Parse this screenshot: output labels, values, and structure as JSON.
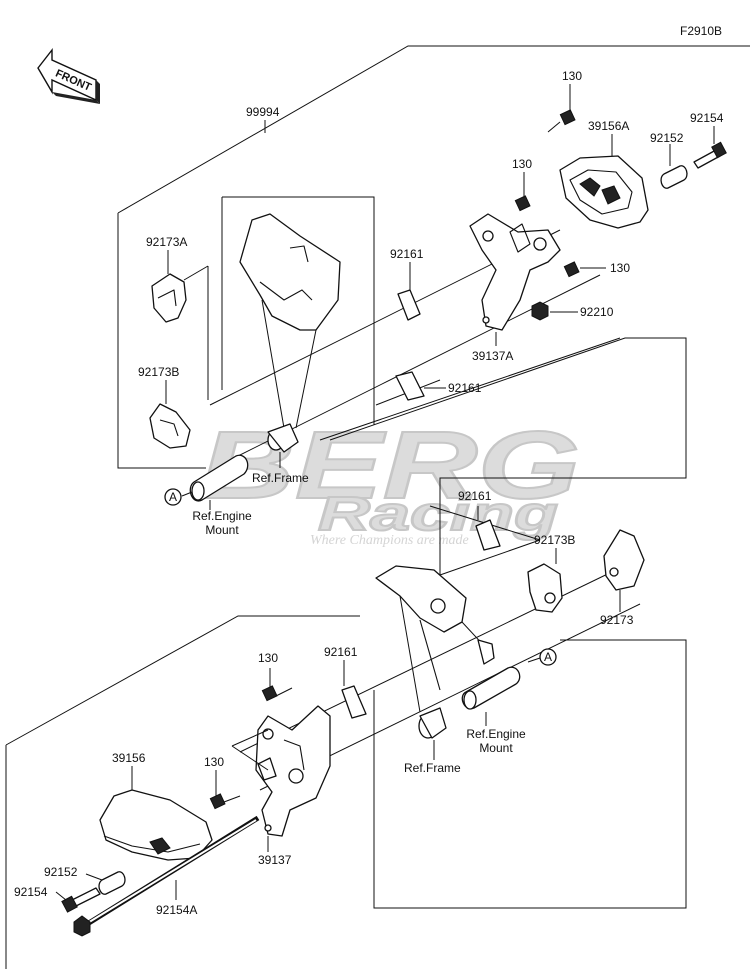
{
  "figure_code": "F2910B",
  "front_label": "FRONT",
  "watermark": {
    "brand": "BERG",
    "subbrand": "Racing",
    "tagline": "Where Champions are made"
  },
  "labels": {
    "kit": "99994",
    "bolt_130_a": "130",
    "bolt_130_b": "130",
    "bolt_130_c": "130",
    "slider_top": "39156A",
    "spacer_top": "92152",
    "bolt_top": "92154",
    "clamp_a": "92173A",
    "clamp_b_top": "92173B",
    "pad_top_1": "92161",
    "pad_top_2": "92161",
    "nut_top": "92210",
    "bracket_top": "39137A",
    "ref_frame_top": "Ref.Frame",
    "ref_engine_top": "Ref.Engine\nMount",
    "callout_a_top": "A",
    "pad_bottom_1": "92161",
    "clamp_b_bottom": "92173B",
    "clamp_bottom": "92173",
    "pad_bottom_2": "92161",
    "bolt_130_d": "130",
    "bolt_130_e": "130",
    "callout_a_bottom": "A",
    "ref_engine_bottom": "Ref.Engine\nMount",
    "ref_frame_bottom": "Ref.Frame",
    "slider_bottom": "39156",
    "bracket_bottom": "39137",
    "spacer_bottom": "92152",
    "bolt_bottom": "92154",
    "rod_bottom": "92154A"
  }
}
